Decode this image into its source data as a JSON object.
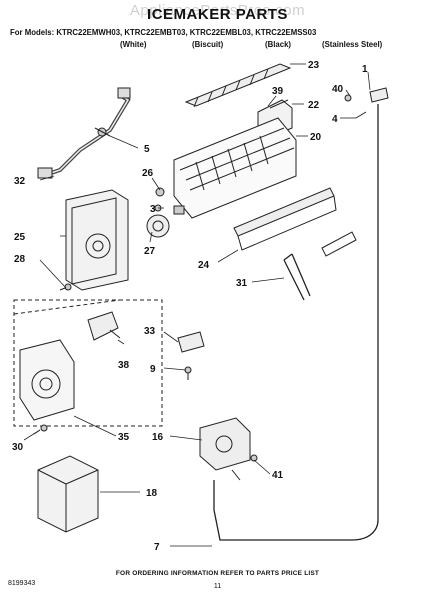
{
  "watermark": "AppliancePartsPros.com",
  "title": "ICEMAKER PARTS",
  "models_line": "For Models: KTRC22EMWH03, KTRC22EMBT03, KTRC22EMBL03, KTRC22EMSS03",
  "colors": [
    "(White)",
    "(Biscuit)",
    "(Black)",
    "(Stainless Steel)"
  ],
  "callouts": [
    "23",
    "1",
    "40",
    "39",
    "22",
    "4",
    "5",
    "20",
    "26",
    "32",
    "3",
    "25",
    "28",
    "27",
    "24",
    "31",
    "33",
    "38",
    "9",
    "16",
    "30",
    "35",
    "41",
    "18",
    "7"
  ],
  "footer_text": "FOR ORDERING INFORMATION REFER TO PARTS PRICE LIST",
  "page_number": "11",
  "doc_number": "8199343"
}
